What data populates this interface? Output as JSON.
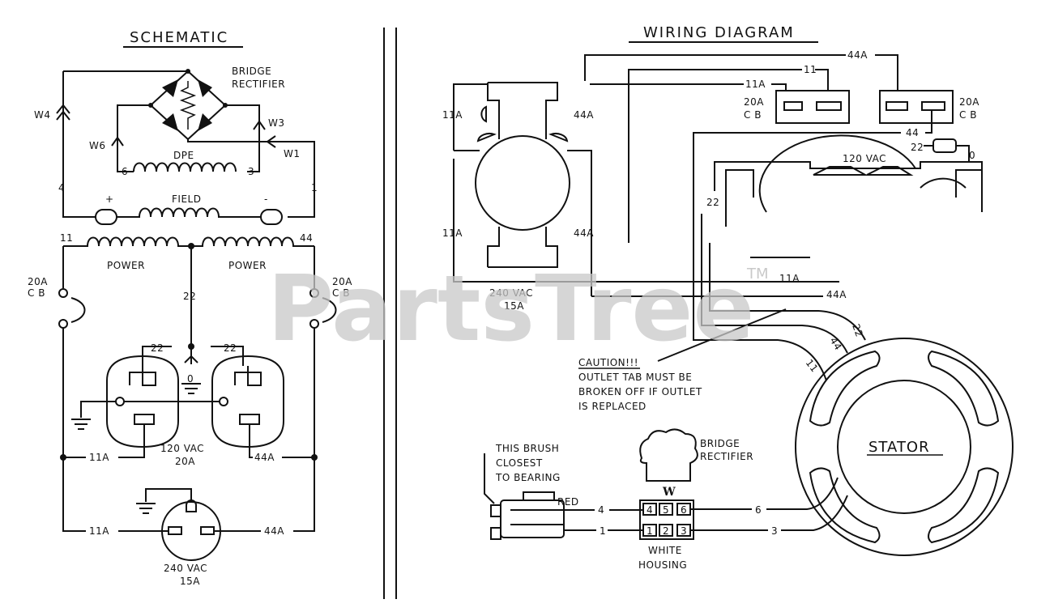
{
  "schematic": {
    "title": "SCHEMATIC",
    "bridge_label_1": "BRIDGE",
    "bridge_label_2": "RECTIFIER",
    "w4": "W4",
    "w6": "W6",
    "w3": "W3",
    "w1": "W1",
    "dpe": "DPE",
    "dpe_left": "6",
    "dpe_right": "3",
    "wire_4": "4",
    "wire_1": "1",
    "plus": "+",
    "minus": "-",
    "field": "FIELD",
    "wire_11": "11",
    "wire_44": "44",
    "power_left": "POWER",
    "power_right": "POWER",
    "cb_left_1": "20A",
    "cb_left_2": "C B",
    "cb_right_1": "20A",
    "cb_right_2": "C B",
    "wire_22_mid": "22",
    "wire_22_left": "22",
    "wire_22_right": "22",
    "ground_0": "0",
    "wire_11a": "11A",
    "wire_44a": "44A",
    "outlet_120_1": "120 VAC",
    "outlet_120_2": "20A",
    "wire_11a_b": "11A",
    "wire_44a_b": "44A",
    "outlet_240_1": "240 VAC",
    "outlet_240_2": "15A"
  },
  "wiring": {
    "title": "WIRING DIAGRAM",
    "w44a_top": "44A",
    "w11_top": "11",
    "w11a_top": "11A",
    "cb_left_1": "20A",
    "cb_left_2": "C B",
    "cb_right_1": "20A",
    "cb_right_2": "C B",
    "w44_mid": "44",
    "r11a_upper": "11A",
    "r44a_upper": "44A",
    "r11a_lower": "11A",
    "r44a_lower": "44A",
    "outlet_240_1": "240 VAC",
    "outlet_240_2": "15A",
    "vac_120": "120 VAC",
    "w22_right": "22",
    "w0_right": "0",
    "w22_left": "22",
    "w11a_lower": "11A",
    "w44a_lower": "44A",
    "stator_22": "22",
    "stator_44": "44",
    "stator_11": "11",
    "caution_1": "CAUTION!!!",
    "caution_2": "OUTLET TAB MUST BE",
    "caution_3": "BROKEN OFF IF OUTLET",
    "caution_4": "IS REPLACED",
    "stator": "STATOR",
    "brush_1": "THIS BRUSH",
    "brush_2": "CLOSEST",
    "brush_3": "TO BEARING",
    "bridge_1": "BRIDGE",
    "bridge_2": "RECTIFIER",
    "w_label": "W",
    "red": "RED",
    "wire_4": "4",
    "wire_1": "1",
    "wire_6": "6",
    "wire_3": "3",
    "term_4": "4",
    "term_5": "5",
    "term_6": "6",
    "term_1": "1",
    "term_2": "2",
    "term_3": "3",
    "housing_1": "WHITE",
    "housing_2": "HOUSING"
  },
  "watermark": {
    "text": "PartsTree",
    "tm": "TM"
  }
}
